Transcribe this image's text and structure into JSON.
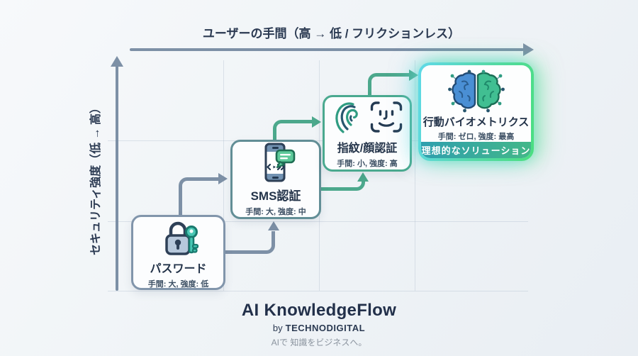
{
  "diagram": {
    "x_axis_label": "ユーザーの手間（高 → 低 / フリクションレス）",
    "y_axis_label": "セキュリティ強度（低 → 高）",
    "methods": [
      {
        "id": "password",
        "title": "パスワード",
        "subtitle": "手間: 大, 強度: 低",
        "icon": "lock-key-icon"
      },
      {
        "id": "sms",
        "title": "SMS認証",
        "subtitle": "手間: 大, 強度: 中",
        "icon": "smartphone-sms-icon"
      },
      {
        "id": "fingerprint",
        "title": "指紋/顔認証",
        "subtitle": "手間: 小, 強度: 高",
        "icon": "fingerprint-face-icon"
      },
      {
        "id": "behavioral",
        "title": "行動バイオメトリクス",
        "subtitle": "手間: ゼロ, 強度: 最高",
        "icon": "brain-network-icon",
        "badge": "理想的なソリューション"
      }
    ]
  },
  "footer": {
    "title": "AI KnowledgeFlow",
    "by_prefix": "by",
    "brand": "TECHNODIGITAL",
    "tagline": "AIで 知識をビジネスへ。"
  },
  "colors": {
    "axis_slate": "#7d90a6",
    "arrow_green": "#4ca88c",
    "card_border_password": "#8195ab",
    "card_border_sms": "#628e96",
    "card_border_fingerprint": "#4aa98f",
    "highlight_cyan": "#5fd9e8",
    "highlight_green": "#4ade80",
    "badge_teal": "#2f9fae",
    "badge_green": "#43b789",
    "title_navy": "#233349",
    "footer_navy": "#22304a",
    "tagline_grey": "#8a939e"
  }
}
